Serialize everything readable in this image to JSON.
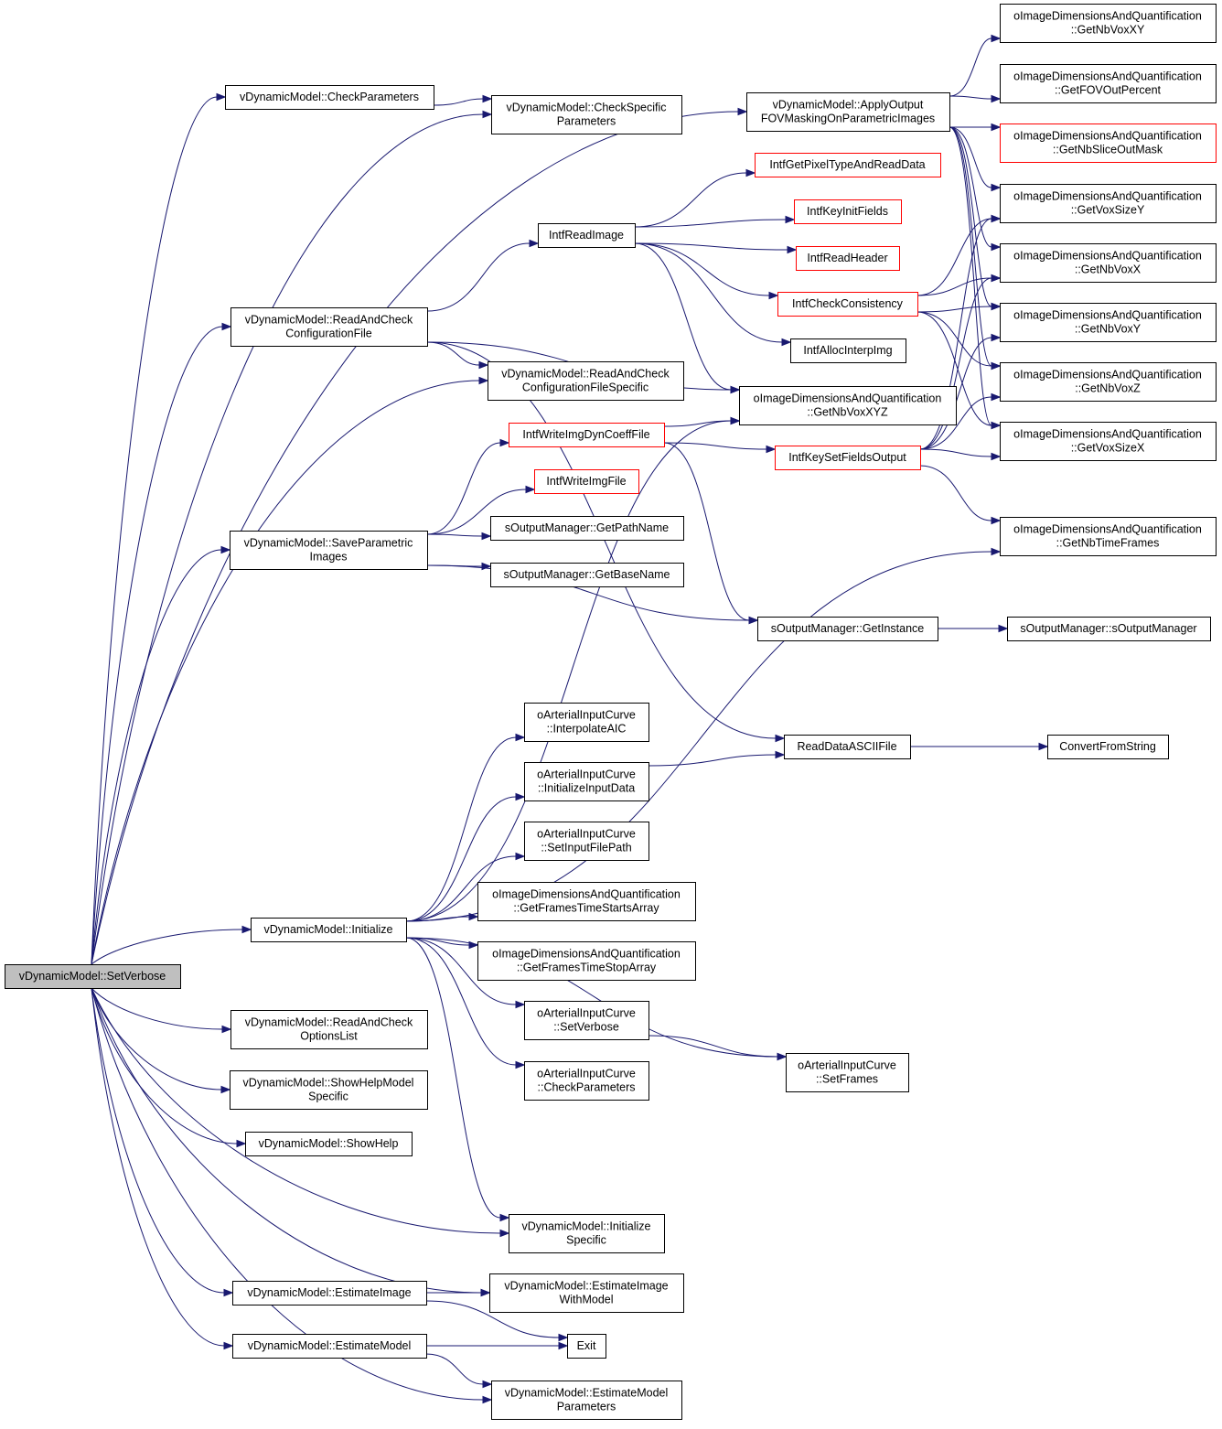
{
  "colors": {
    "edge": "#191970",
    "node_border": "#000000",
    "truncated_border": "#ff0000",
    "root_fill": "#bfbfbf",
    "node_fill": "#ffffff"
  },
  "nodes": [
    {
      "id": "setverbose",
      "lines": [
        "vDynamicModel::SetVerbose"
      ],
      "root": true
    },
    {
      "id": "checkparameters",
      "lines": [
        "vDynamicModel::CheckParameters"
      ]
    },
    {
      "id": "checkspecific",
      "lines": [
        "vDynamicModel::CheckSpecific",
        "Parameters"
      ]
    },
    {
      "id": "readandcheckconfig",
      "lines": [
        "vDynamicModel::ReadAndCheck",
        "ConfigurationFile"
      ]
    },
    {
      "id": "readandcheckconfigspecific",
      "lines": [
        "vDynamicModel::ReadAndCheck",
        "ConfigurationFileSpecific"
      ]
    },
    {
      "id": "saveparametric",
      "lines": [
        "vDynamicModel::SaveParametric",
        "Images"
      ]
    },
    {
      "id": "initialize",
      "lines": [
        "vDynamicModel::Initialize"
      ]
    },
    {
      "id": "readandcheckoptions",
      "lines": [
        "vDynamicModel::ReadAndCheck",
        "OptionsList"
      ]
    },
    {
      "id": "showhelpmodelspecific",
      "lines": [
        "vDynamicModel::ShowHelpModel",
        "Specific"
      ]
    },
    {
      "id": "showhelp",
      "lines": [
        "vDynamicModel::ShowHelp"
      ]
    },
    {
      "id": "estimateimage",
      "lines": [
        "vDynamicModel::EstimateImage"
      ]
    },
    {
      "id": "estimatemodel",
      "lines": [
        "vDynamicModel::EstimateModel"
      ]
    },
    {
      "id": "applyoutput",
      "lines": [
        "vDynamicModel::ApplyOutput",
        "FOVMaskingOnParametricImages"
      ]
    },
    {
      "id": "intfreadimage",
      "lines": [
        "IntfReadImage"
      ]
    },
    {
      "id": "intfgetpixeltype",
      "lines": [
        "IntfGetPixelTypeAndReadData"
      ],
      "truncated": true
    },
    {
      "id": "intfkeyinitfields",
      "lines": [
        "IntfKeyInitFields"
      ],
      "truncated": true
    },
    {
      "id": "intfreadheader",
      "lines": [
        "IntfReadHeader"
      ],
      "truncated": true
    },
    {
      "id": "intfcheckconsistency",
      "lines": [
        "IntfCheckConsistency"
      ],
      "truncated": true
    },
    {
      "id": "intfallocinterpimg",
      "lines": [
        "IntfAllocInterpImg"
      ]
    },
    {
      "id": "getnbvoxxyz",
      "lines": [
        "oImageDimensionsAndQuantification",
        "::GetNbVoxXYZ"
      ]
    },
    {
      "id": "intfwriteimgdyncoeff",
      "lines": [
        "IntfWriteImgDynCoeffFile"
      ],
      "truncated": true
    },
    {
      "id": "intfkeysetfieldsoutput",
      "lines": [
        "IntfKeySetFieldsOutput"
      ],
      "truncated": true
    },
    {
      "id": "intfwriteimgfile",
      "lines": [
        "IntfWriteImgFile"
      ],
      "truncated": true
    },
    {
      "id": "getpathname",
      "lines": [
        "sOutputManager::GetPathName"
      ]
    },
    {
      "id": "getbasename",
      "lines": [
        "sOutputManager::GetBaseName"
      ]
    },
    {
      "id": "getinstance",
      "lines": [
        "sOutputManager::GetInstance"
      ]
    },
    {
      "id": "soutputmanager",
      "lines": [
        "sOutputManager::sOutputManager"
      ]
    },
    {
      "id": "interpolateaic",
      "lines": [
        "oArterialInputCurve",
        "::InterpolateAIC"
      ]
    },
    {
      "id": "initializeinputdata",
      "lines": [
        "oArterialInputCurve",
        "::InitializeInputData"
      ]
    },
    {
      "id": "setinputfilepath",
      "lines": [
        "oArterialInputCurve",
        "::SetInputFilePath"
      ]
    },
    {
      "id": "getframestimestarts",
      "lines": [
        "oImageDimensionsAndQuantification",
        "::GetFramesTimeStartsArray"
      ]
    },
    {
      "id": "getframestimestop",
      "lines": [
        "oImageDimensionsAndQuantification",
        "::GetFramesTimeStopArray"
      ]
    },
    {
      "id": "aicsetverbose",
      "lines": [
        "oArterialInputCurve",
        "::SetVerbose"
      ]
    },
    {
      "id": "aiccheckparameters",
      "lines": [
        "oArterialInputCurve",
        "::CheckParameters"
      ]
    },
    {
      "id": "aicsetframes",
      "lines": [
        "oArterialInputCurve",
        "::SetFrames"
      ]
    },
    {
      "id": "readdataascii",
      "lines": [
        "ReadDataASCIIFile"
      ]
    },
    {
      "id": "convertfromstring",
      "lines": [
        "ConvertFromString"
      ]
    },
    {
      "id": "initializespecific",
      "lines": [
        "vDynamicModel::Initialize",
        "Specific"
      ]
    },
    {
      "id": "estimateimagewithmodel",
      "lines": [
        "vDynamicModel::EstimateImage",
        "WithModel"
      ]
    },
    {
      "id": "exit",
      "lines": [
        "Exit"
      ]
    },
    {
      "id": "estimatemodelparameters",
      "lines": [
        "vDynamicModel::EstimateModel",
        "Parameters"
      ]
    },
    {
      "id": "getnbvoxxy",
      "lines": [
        "oImageDimensionsAndQuantification",
        "::GetNbVoxXY"
      ]
    },
    {
      "id": "getfovoutpercent",
      "lines": [
        "oImageDimensionsAndQuantification",
        "::GetFOVOutPercent"
      ]
    },
    {
      "id": "getnbsliceoutmask",
      "lines": [
        "oImageDimensionsAndQuantification",
        "::GetNbSliceOutMask"
      ],
      "truncated": true
    },
    {
      "id": "getvoxsizey",
      "lines": [
        "oImageDimensionsAndQuantification",
        "::GetVoxSizeY"
      ]
    },
    {
      "id": "getnbvoxx",
      "lines": [
        "oImageDimensionsAndQuantification",
        "::GetNbVoxX"
      ]
    },
    {
      "id": "getnbvoxy",
      "lines": [
        "oImageDimensionsAndQuantification",
        "::GetNbVoxY"
      ]
    },
    {
      "id": "getnbvoxz",
      "lines": [
        "oImageDimensionsAndQuantification",
        "::GetNbVoxZ"
      ]
    },
    {
      "id": "getvoxsizex",
      "lines": [
        "oImageDimensionsAndQuantification",
        "::GetVoxSizeX"
      ]
    },
    {
      "id": "getnbtimeframes",
      "lines": [
        "oImageDimensionsAndQuantification",
        "::GetNbTimeFrames"
      ]
    }
  ],
  "edges": [
    [
      "setverbose",
      "checkparameters"
    ],
    [
      "setverbose",
      "checkspecific"
    ],
    [
      "setverbose",
      "applyoutput"
    ],
    [
      "setverbose",
      "readandcheckconfig"
    ],
    [
      "setverbose",
      "readandcheckconfigspecific"
    ],
    [
      "setverbose",
      "saveparametric"
    ],
    [
      "setverbose",
      "initialize"
    ],
    [
      "setverbose",
      "readandcheckoptions"
    ],
    [
      "setverbose",
      "showhelpmodelspecific"
    ],
    [
      "setverbose",
      "showhelp"
    ],
    [
      "setverbose",
      "initializespecific"
    ],
    [
      "setverbose",
      "estimateimagewithmodel"
    ],
    [
      "setverbose",
      "estimateimage"
    ],
    [
      "setverbose",
      "estimatemodel"
    ],
    [
      "setverbose",
      "estimatemodelparameters"
    ],
    [
      "checkparameters",
      "checkspecific"
    ],
    [
      "readandcheckconfig",
      "intfreadimage"
    ],
    [
      "readandcheckconfig",
      "getnbvoxxyz"
    ],
    [
      "readandcheckconfig",
      "readandcheckconfigspecific"
    ],
    [
      "readandcheckconfig",
      "readdataascii"
    ],
    [
      "intfreadimage",
      "intfgetpixeltype"
    ],
    [
      "intfreadimage",
      "intfkeyinitfields"
    ],
    [
      "intfreadimage",
      "intfreadheader"
    ],
    [
      "intfreadimage",
      "intfcheckconsistency"
    ],
    [
      "intfreadimage",
      "intfallocinterpimg"
    ],
    [
      "intfreadimage",
      "getnbvoxxyz"
    ],
    [
      "saveparametric",
      "intfwriteimgdyncoeff"
    ],
    [
      "saveparametric",
      "intfwriteimgfile"
    ],
    [
      "saveparametric",
      "getpathname"
    ],
    [
      "saveparametric",
      "getbasename"
    ],
    [
      "saveparametric",
      "getinstance"
    ],
    [
      "intfwriteimgdyncoeff",
      "getnbvoxxyz"
    ],
    [
      "intfwriteimgdyncoeff",
      "intfkeysetfieldsoutput"
    ],
    [
      "intfwriteimgdyncoeff",
      "getinstance"
    ],
    [
      "intfkeysetfieldsoutput",
      "getnbtimeframes"
    ],
    [
      "intfkeysetfieldsoutput",
      "getvoxsizex"
    ],
    [
      "intfkeysetfieldsoutput",
      "getvoxsizey"
    ],
    [
      "intfkeysetfieldsoutput",
      "getnbvoxx"
    ],
    [
      "intfkeysetfieldsoutput",
      "getnbvoxy"
    ],
    [
      "intfkeysetfieldsoutput",
      "getnbvoxz"
    ],
    [
      "intfcheckconsistency",
      "getvoxsizey"
    ],
    [
      "intfcheckconsistency",
      "getnbvoxx"
    ],
    [
      "intfcheckconsistency",
      "getnbvoxy"
    ],
    [
      "intfcheckconsistency",
      "getnbvoxz"
    ],
    [
      "intfcheckconsistency",
      "getvoxsizex"
    ],
    [
      "applyoutput",
      "getnbvoxxy"
    ],
    [
      "applyoutput",
      "getfovoutpercent"
    ],
    [
      "applyoutput",
      "getnbsliceoutmask"
    ],
    [
      "applyoutput",
      "getvoxsizey"
    ],
    [
      "applyoutput",
      "getnbvoxx"
    ],
    [
      "applyoutput",
      "getnbvoxy"
    ],
    [
      "applyoutput",
      "getnbvoxz"
    ],
    [
      "applyoutput",
      "getvoxsizex"
    ],
    [
      "getinstance",
      "soutputmanager"
    ],
    [
      "initialize",
      "getnbvoxxyz"
    ],
    [
      "initialize",
      "interpolateaic"
    ],
    [
      "initialize",
      "initializeinputdata"
    ],
    [
      "initialize",
      "setinputfilepath"
    ],
    [
      "initialize",
      "getframestimestarts"
    ],
    [
      "initialize",
      "getframestimestop"
    ],
    [
      "initialize",
      "aicsetverbose"
    ],
    [
      "initialize",
      "aiccheckparameters"
    ],
    [
      "initialize",
      "aicsetframes"
    ],
    [
      "initialize",
      "getnbtimeframes"
    ],
    [
      "initialize",
      "initializespecific"
    ],
    [
      "initializeinputdata",
      "readdataascii"
    ],
    [
      "readdataascii",
      "convertfromstring"
    ],
    [
      "aicsetverbose",
      "aicsetframes"
    ],
    [
      "estimateimage",
      "estimateimagewithmodel"
    ],
    [
      "estimateimage",
      "exit"
    ],
    [
      "estimatemodel",
      "exit"
    ],
    [
      "estimatemodel",
      "estimatemodelparameters"
    ]
  ]
}
